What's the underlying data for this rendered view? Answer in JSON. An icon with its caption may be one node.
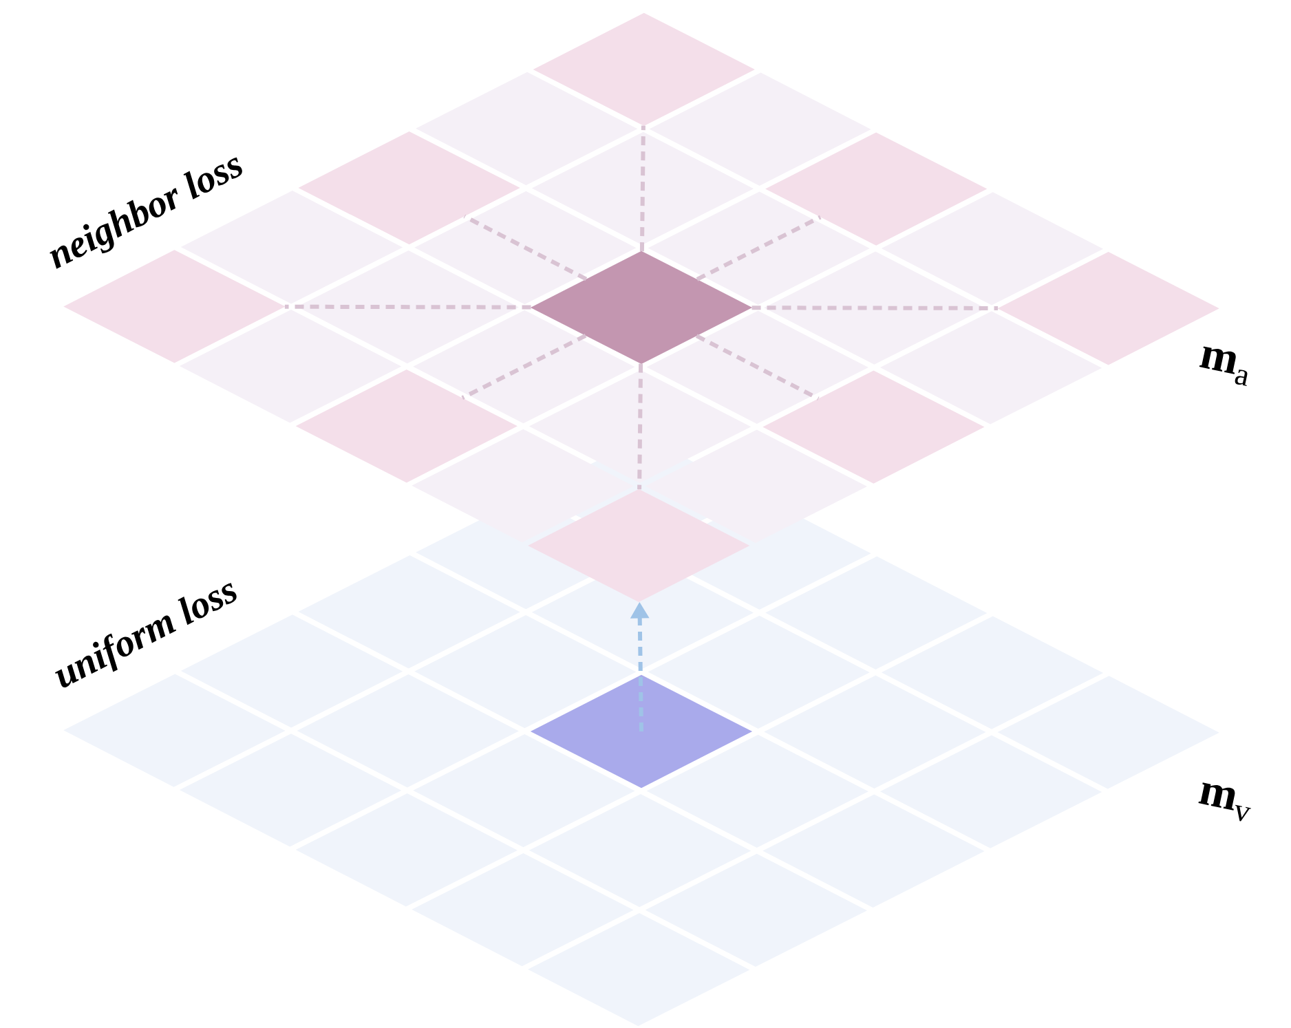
{
  "diagram": {
    "nodes": [
      {
        "text": [],
        "shape": "diamond"
      },
      {
        "text": [],
        "shape": "diamond"
      },
      {
        "text": [],
        "shape": "diamond"
      },
      {
        "text": [],
        "shape": "diamond"
      },
      {
        "text": [],
        "shape": "diamond"
      },
      {
        "text": [],
        "shape": "diamond"
      },
      {
        "text": [],
        "shape": "diamond"
      },
      {
        "text": [],
        "shape": "diamond"
      },
      {
        "text": [],
        "shape": "diamond"
      },
      {
        "text": [],
        "shape": "diamond"
      }
    ],
    "edges": [
      {
        "from": 4,
        "to": 0,
        "arrow": "none",
        "style": "dashed"
      },
      {
        "from": 4,
        "to": 1,
        "arrow": "none",
        "style": "dashed"
      },
      {
        "from": 4,
        "to": 2,
        "arrow": "none",
        "style": "dashed"
      },
      {
        "from": 4,
        "to": 3,
        "arrow": "none",
        "style": "dashed"
      },
      {
        "from": 4,
        "to": 5,
        "arrow": "none",
        "style": "dashed"
      },
      {
        "from": 4,
        "to": 6,
        "arrow": "none",
        "style": "dashed"
      },
      {
        "from": 4,
        "to": 7,
        "arrow": "none",
        "style": "dashed"
      },
      {
        "from": 4,
        "to": 8,
        "arrow": "none",
        "style": "dashed"
      },
      {
        "from": 9,
        "to": 8,
        "arrow": "to",
        "style": "dashed",
        "color": "#9fc3e7"
      }
    ],
    "labels": [
      "neighbor loss",
      "**m**$_{a}$",
      "uniform loss",
      "**m**$_{v}$"
    ]
  }
}
